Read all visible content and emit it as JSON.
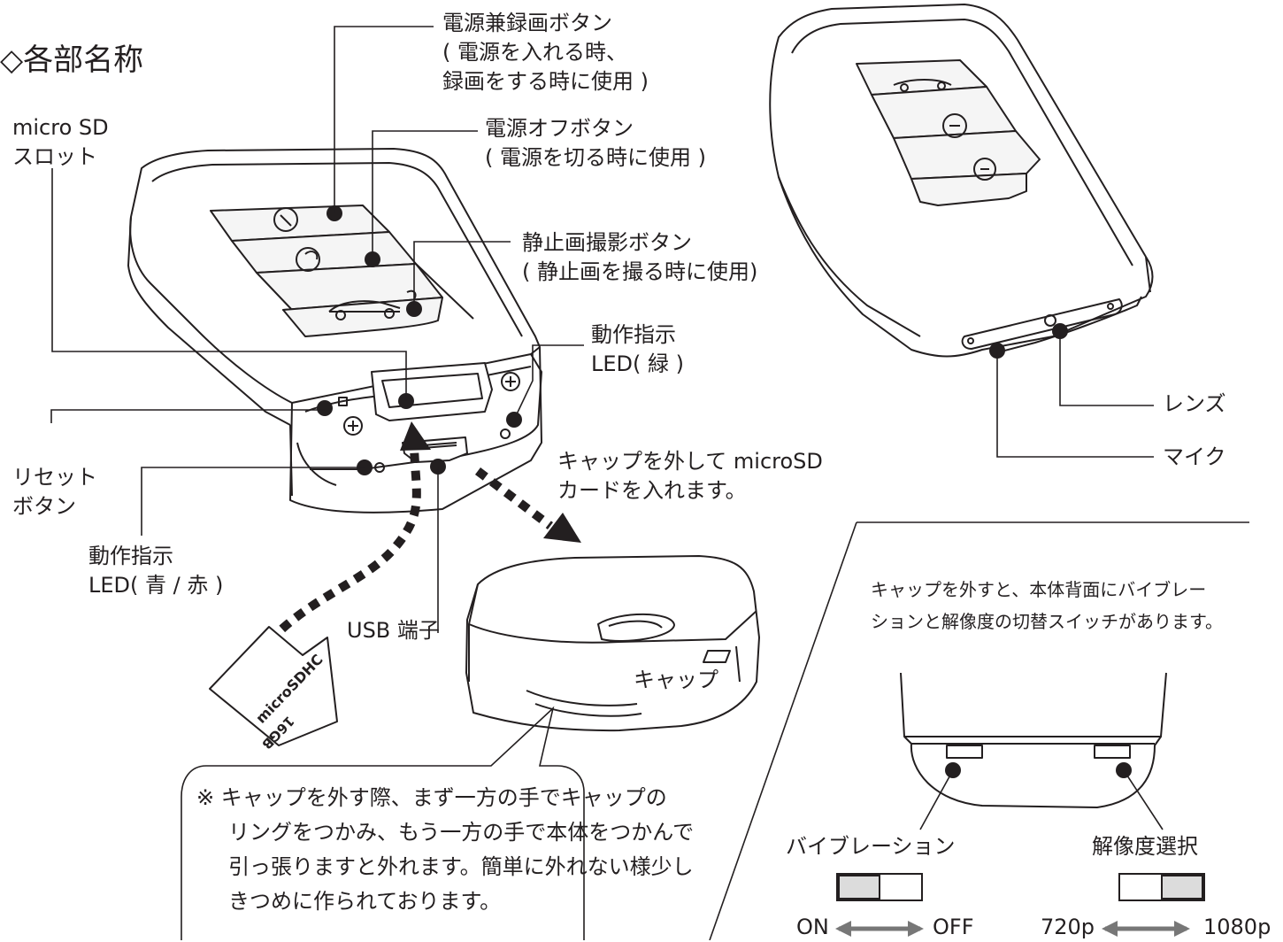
{
  "title": "◇各部名称",
  "labels": {
    "power_rec": {
      "line1": "電源兼録画ボタン",
      "line2": "( 電源を入れる時、",
      "line3": "録画をする時に使用 )"
    },
    "power_off": {
      "line1": "電源オフボタン",
      "line2": "( 電源を切る時に使用 )"
    },
    "still": {
      "line1": "静止画撮影ボタン",
      "line2": "( 静止画を撮る時に使用)"
    },
    "microsd_slot": {
      "line1": "micro SD",
      "line2": "スロット"
    },
    "led_green": {
      "line1": "動作指示",
      "line2": "LED( 緑 )"
    },
    "reset": {
      "line1": "リセット",
      "line2": "ボタン"
    },
    "led_blue_red": {
      "line1": "動作指示",
      "line2": "LED( 青 / 赤 )"
    },
    "usb": "USB 端子",
    "cap_instruction": {
      "line1": "キャップを外して microSD",
      "line2": "カードを入れます。"
    },
    "cap": "キャップ",
    "lens": "レンズ",
    "mic": "マイク"
  },
  "sdcard": {
    "brand": "microSDHC",
    "capacity": "16GB"
  },
  "note": {
    "line1": "※ キャップを外す際、まず一方の手でキャップの",
    "line2": "リングをつかみ、もう一方の手で本体をつかんで",
    "line3": "引っ張りますと外れます。簡単に外れない様少し",
    "line4": "きつめに作られております。"
  },
  "back_panel": {
    "caption_line1": "キャップを外すと、本体背面にバイブレー",
    "caption_line2": "ションと解像度の切替スイッチがあります。",
    "vibration": {
      "label": "バイブレーション",
      "left": "ON",
      "right": "OFF",
      "switch_position": "left"
    },
    "resolution": {
      "label": "解像度選択",
      "left": "720p",
      "right": "1080p",
      "switch_position": "right"
    }
  },
  "colors": {
    "line": "#231f20",
    "switch_fill": "#dcdcdc"
  }
}
